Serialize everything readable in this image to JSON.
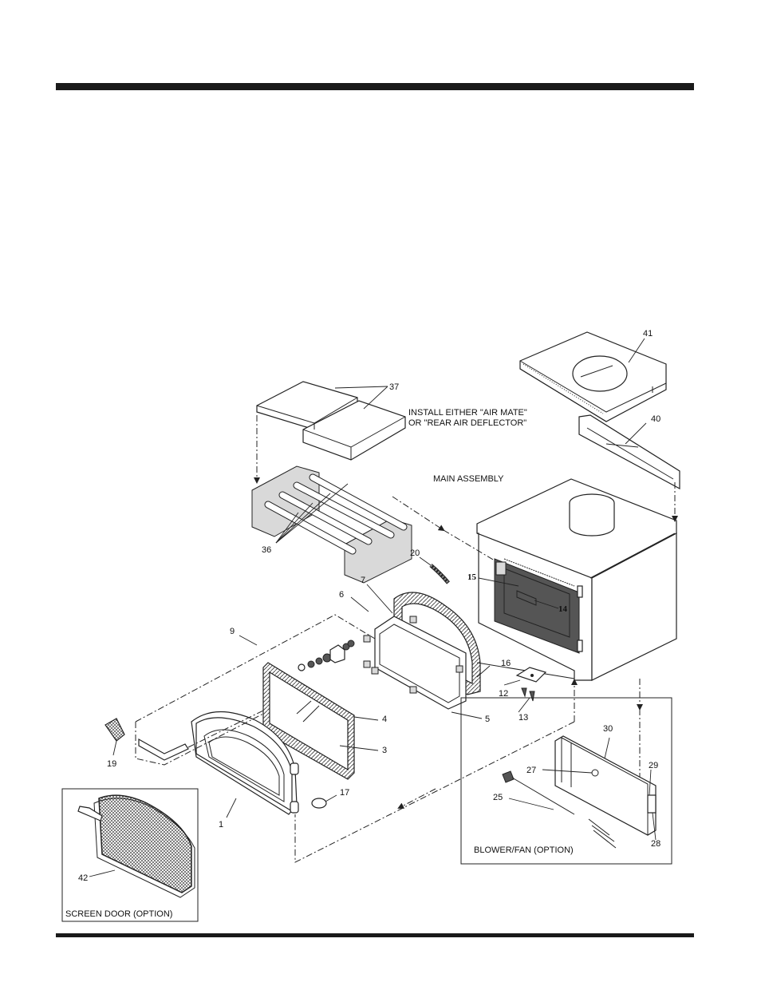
{
  "callouts": {
    "c1": "1",
    "c3": "3",
    "c4": "4",
    "c5": "5",
    "c6": "6",
    "c7": "7",
    "c9": "9",
    "c12": "12",
    "c13": "13",
    "c14": "14",
    "c15": "15",
    "c16": "16",
    "c17": "17",
    "c19": "19",
    "c20": "20",
    "c25": "25",
    "c27": "27",
    "c28": "28",
    "c29": "29",
    "c30": "30",
    "c36": "36",
    "c37": "37",
    "c40": "40",
    "c41": "41",
    "c42": "42"
  },
  "notes": {
    "install_line1": "INSTALL EITHER \"AIR MATE\"",
    "install_line2": "OR \"REAR AIR DEFLECTOR\"",
    "main_assembly": "MAIN ASSEMBLY"
  },
  "insets": {
    "blower": "BLOWER/FAN (OPTION)",
    "screen_door": "SCREEN DOOR (OPTION)"
  }
}
